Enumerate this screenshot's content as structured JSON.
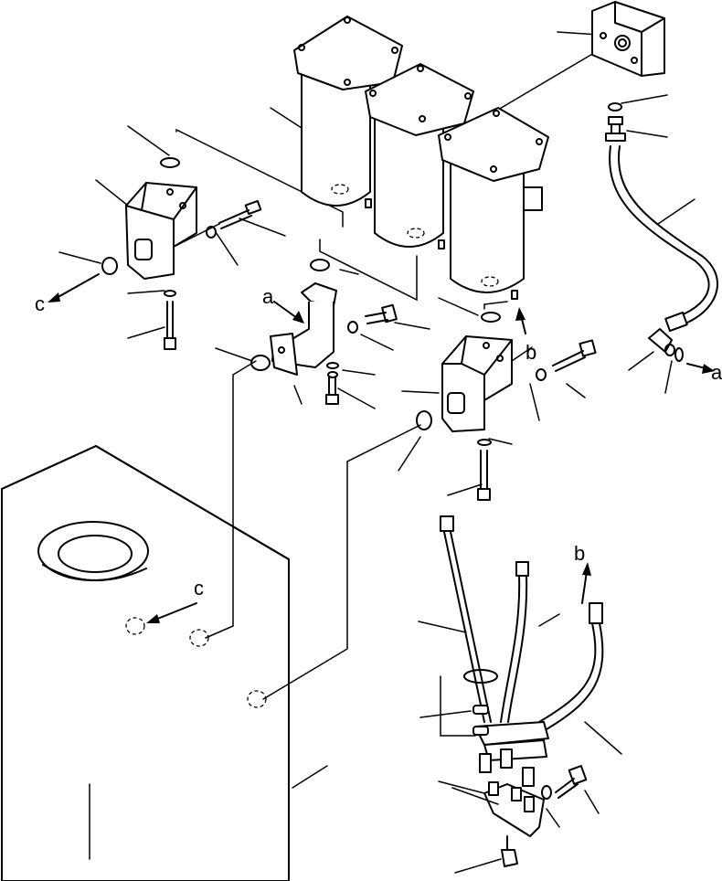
{
  "labels": {
    "a_upper": "a",
    "a_right": "a",
    "b_filter": "b",
    "b_hose": "b",
    "c_left": "c",
    "c_tank": "c"
  }
}
